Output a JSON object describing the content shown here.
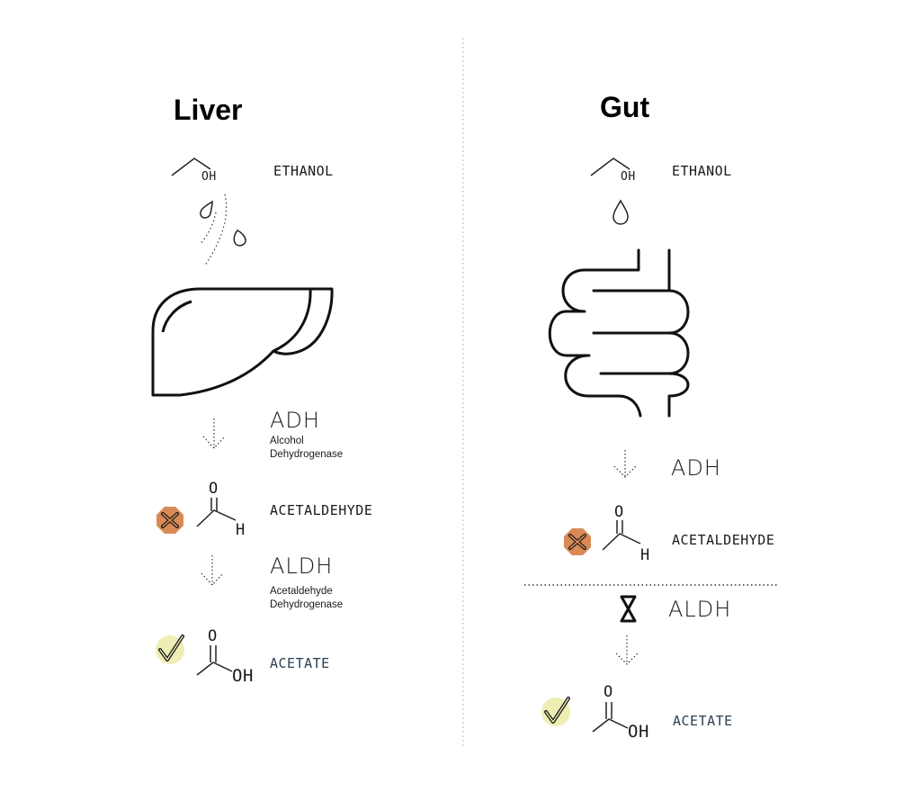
{
  "liver": {
    "title": "Liver",
    "ethanol": "ETHANOL",
    "adh": "ADH",
    "adh_full": "Alcohol Dehydrogenase",
    "acetaldehyde": "ACETALDEHYDE",
    "aldh": "ALDH",
    "aldh_full": "Acetaldehyde Dehydrogenase",
    "acetate": "ACETATE"
  },
  "gut": {
    "title": "Gut",
    "ethanol": "ETHANOL",
    "adh": "ADH",
    "acetaldehyde": "ACETALDEHYDE",
    "aldh": "ALDH",
    "acetate": "ACETATE"
  },
  "atoms": {
    "oh": "OH",
    "o": "O",
    "h": "H"
  },
  "colors": {
    "toxic_badge": "#d98a57",
    "ok_badge": "#eeeeb4",
    "acetate_text": "#2a4155",
    "divider": "#bbbbbb"
  },
  "icons": [
    "liver-icon",
    "intestine-icon",
    "droplet-icon",
    "toxic-x-badge-icon",
    "check-badge-icon",
    "hourglass-icon",
    "dotted-arrow-down-icon"
  ]
}
